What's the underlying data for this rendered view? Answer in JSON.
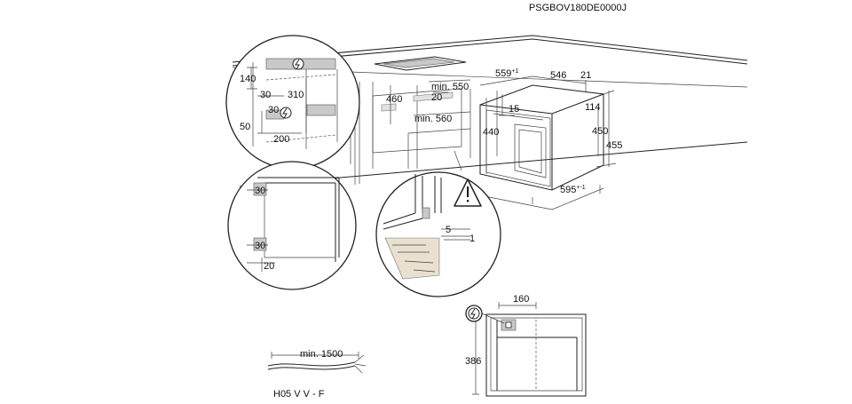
{
  "doc_code": "PSGBOV180DE0000J",
  "niche_view": {
    "d_140": "140",
    "d_30a": "30",
    "d_310": "310",
    "d_30b": "30",
    "d_50": "50",
    "d_200": "200"
  },
  "cabinet_view": {
    "d_460": "460",
    "d_min550": "min. 550",
    "d_20": "20",
    "d_min560": "min. 560"
  },
  "oven_view": {
    "d_559": "559",
    "d_559_tol": "+1",
    "d_546": "546",
    "d_21": "21",
    "d_15": "15",
    "d_114": "114",
    "d_440": "440",
    "d_450": "450",
    "d_455": "455",
    "d_595": "595",
    "d_595_tol": "+-1"
  },
  "ventilation_view": {
    "d_30_top": "30",
    "d_30_bottom": "30",
    "d_20": "20"
  },
  "gap_detail": {
    "d_5": "5",
    "d_1": "1"
  },
  "cable": {
    "min_length": "min. 1500",
    "type": "H05 V V - F"
  },
  "rear_view": {
    "d_160": "160",
    "d_386": "386"
  },
  "icons": [
    "plug-icon",
    "warning-triangle-icon"
  ]
}
